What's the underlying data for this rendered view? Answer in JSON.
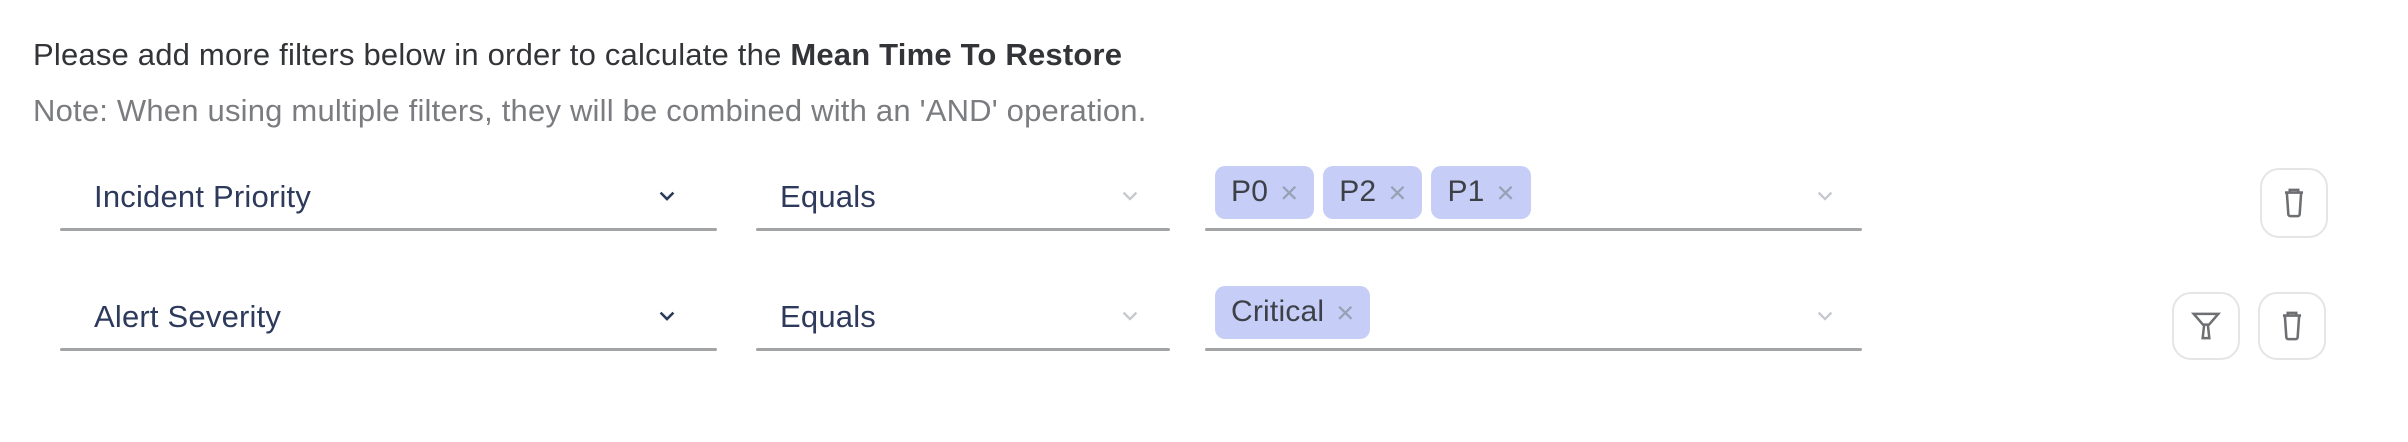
{
  "header": {
    "message_prefix": "Please add more filters below in order to calculate the ",
    "metric": "Mean Time To Restore",
    "note": "Note: When using multiple filters, they will be combined with an 'AND' operation."
  },
  "rows": [
    {
      "attribute": "Incident Priority",
      "operator": "Equals",
      "values": [
        "P0",
        "P2",
        "P1"
      ]
    },
    {
      "attribute": "Alert Severity",
      "operator": "Equals",
      "values": [
        "Critical"
      ]
    }
  ],
  "icons": {
    "remove_glyph": "×",
    "chevron": "chevron-down-icon",
    "delete": "trash-icon",
    "filter": "funnel-icon"
  },
  "colors": {
    "heading_text": "#333437",
    "note_text": "#7b7c80",
    "select_text": "#2d3a5c",
    "underline": "#a3a4a6",
    "chevron_muted": "#c5c8cd",
    "tag_bg": "#c6cdf7",
    "tag_text": "#3d4147",
    "tag_remove": "#98a0b3",
    "icon_stroke": "#6e6f72",
    "button_border": "#e4e5e7"
  }
}
